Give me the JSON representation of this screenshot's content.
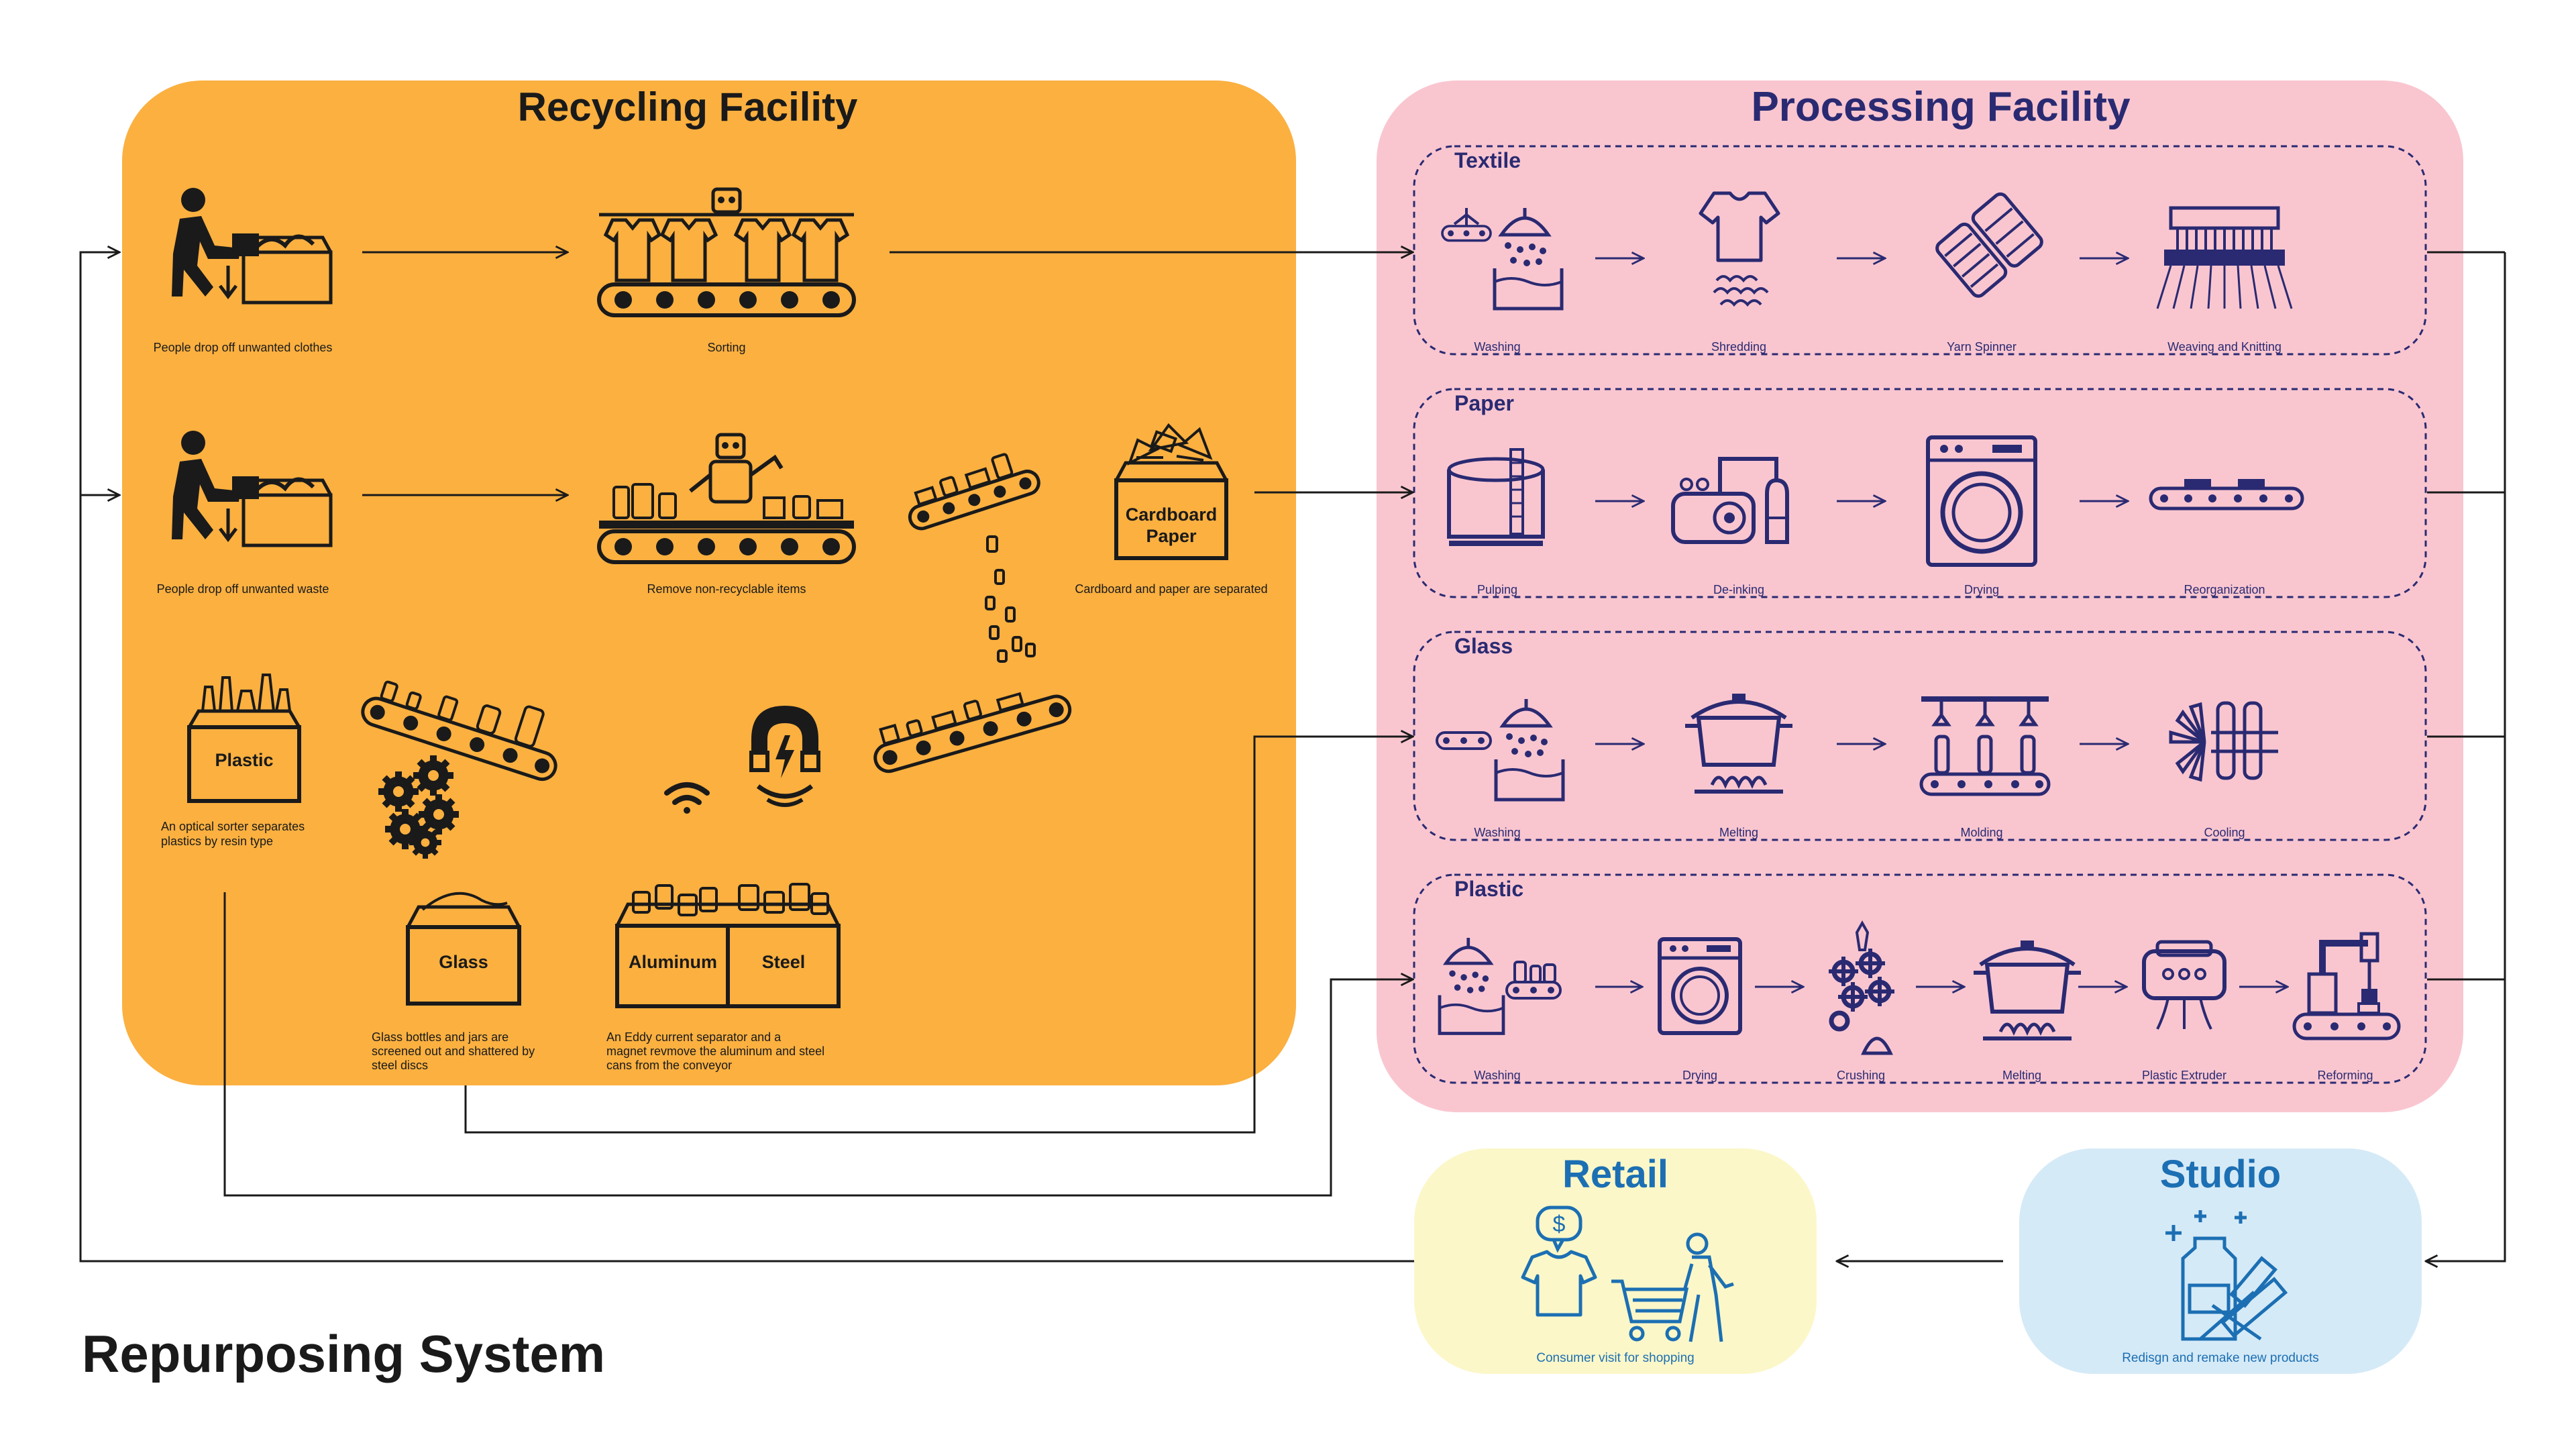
{
  "diagram": {
    "title": "Repurposing System",
    "recycling": {
      "title": "Recycling Facility",
      "captions": {
        "drop_clothes": "People drop off unwanted clothes",
        "sorting": "Sorting",
        "drop_waste": "People drop off unwanted waste",
        "remove": "Remove non-recyclable items",
        "cardboard": "Cardboard and paper are separated",
        "optical_1": "An optical sorter separates",
        "optical_2": "plastics by resin type",
        "glass_1": "Glass bottles and jars are",
        "glass_2": "screened out and shattered by",
        "glass_3": "steel discs",
        "eddy_1": "An Eddy current separator and a",
        "eddy_2": "magnet revmove the aluminum and steel",
        "eddy_3": "cans from the conveyor"
      },
      "bins": {
        "cardboard_1": "Cardboard",
        "cardboard_2": "Paper",
        "plastic": "Plastic",
        "glass": "Glass",
        "aluminum": "Aluminum",
        "steel": "Steel"
      }
    },
    "processing": {
      "title": "Processing Facility",
      "rows": [
        {
          "label": "Textile",
          "steps": [
            "Washing",
            "Shredding",
            "Yarn Spinner",
            "Weaving and Knitting"
          ]
        },
        {
          "label": "Paper",
          "steps": [
            "Pulping",
            "De-inking",
            "Drying",
            "Reorganization"
          ]
        },
        {
          "label": "Glass",
          "steps": [
            "Washing",
            "Melting",
            "Molding",
            "Cooling"
          ]
        },
        {
          "label": "Plastic",
          "steps": [
            "Washing",
            "Drying",
            "Crushing",
            "Melting",
            "Plastic Extruder",
            "Reforming"
          ]
        }
      ]
    },
    "retail": {
      "title": "Retail",
      "caption": "Consumer visit for shopping"
    },
    "studio": {
      "title": "Studio",
      "caption": "Redisgn and remake new products"
    },
    "colors": {
      "recycling_bg": "#FBB040",
      "processing_bg": "#F9C6D0",
      "retail_bg": "#FBF7C8",
      "studio_bg": "#D5EAF7",
      "navy": "#2A2A72",
      "blue": "#1C6FB3"
    }
  }
}
